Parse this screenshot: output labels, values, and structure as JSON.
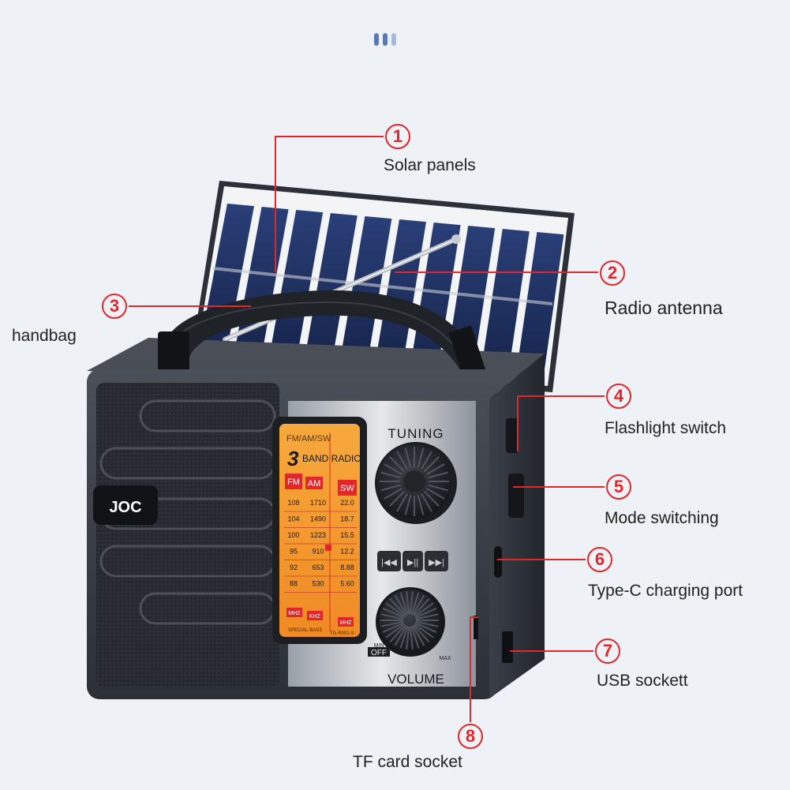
{
  "header_dots": 3,
  "callouts": [
    {
      "number": "1",
      "label": "Solar panels"
    },
    {
      "number": "2",
      "label": "Radio antenna"
    },
    {
      "number": "3",
      "label": "handbag"
    },
    {
      "number": "4",
      "label": "Flashlight switch"
    },
    {
      "number": "5",
      "label": "Mode switching"
    },
    {
      "number": "6",
      "label": "Type-C charging port"
    },
    {
      "number": "7",
      "label": "USB sockett"
    },
    {
      "number": "8",
      "label": "TF card socket"
    }
  ],
  "radio": {
    "brand": "JOC",
    "tuning_label": "TUNING",
    "volume_label": "VOLUME",
    "dial": {
      "header": "FM/AM/SW",
      "big_number": "3",
      "band_text": "BAND RADIO",
      "bands": [
        "FM",
        "AM",
        "SW"
      ],
      "scale_rows": [
        [
          "108",
          "1710",
          "22.0"
        ],
        [
          "104",
          "1490",
          "18.7"
        ],
        [
          "100",
          "1223",
          "15.5"
        ],
        [
          "95",
          "910",
          "12.2"
        ],
        [
          "92",
          "653",
          "8.88"
        ],
        [
          "88",
          "530",
          "5.60"
        ]
      ],
      "units": [
        "MHZ",
        "KHZ",
        "MHZ"
      ],
      "footer_left": "SPECIAL-BASS",
      "footer_right": "TG-R001-S"
    },
    "vol_off": "OFF",
    "vol_min": "MIN",
    "vol_max": "MAX"
  },
  "colors": {
    "callout_red": "#e3262a",
    "dial_orange": "#f29a2e",
    "body": "#3a3f48"
  }
}
